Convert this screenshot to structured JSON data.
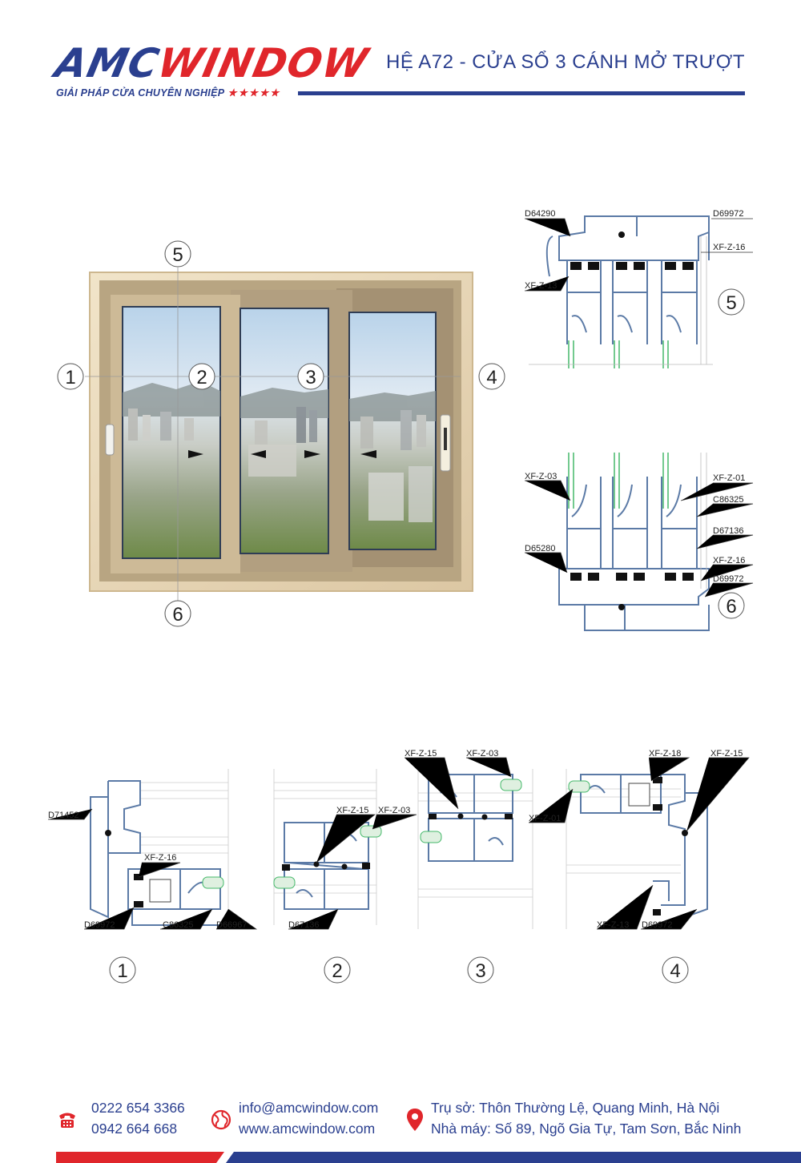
{
  "header": {
    "logo_left": "AMC",
    "logo_right": "WINDOW",
    "tagline": "GIẢI PHÁP CỬA CHUYÊN NGHIỆP",
    "tagline_stars": "★★★★★",
    "title": "HỆ A72 - CỬA SỔ 3 CÁNH MỞ TRƯỢT"
  },
  "window_view": {
    "markers": [
      "1",
      "2",
      "3",
      "4",
      "5",
      "6"
    ]
  },
  "section_top": {
    "marker": "5",
    "labels": [
      "D64290",
      "D69972",
      "XF-Z-16",
      "XF-Z-13"
    ]
  },
  "section_bottom": {
    "marker": "6",
    "labels": [
      "XF-Z-03",
      "XF-Z-01",
      "C86325",
      "D67136",
      "D65280",
      "XF-Z-16",
      "D69972"
    ]
  },
  "section_1": {
    "marker": "1",
    "labels": [
      "D71452",
      "XF-Z-16",
      "D69972",
      "C86325",
      "D66967"
    ]
  },
  "section_2": {
    "marker": "2",
    "labels": [
      "XF-Z-15",
      "XF-Z-03",
      "D67136"
    ]
  },
  "section_3": {
    "marker": "3",
    "labels": [
      "XF-Z-15",
      "XF-Z-03"
    ]
  },
  "section_4": {
    "marker": "4",
    "labels": [
      "XF-Z-18",
      "XF-Z-15",
      "XF-Z-01",
      "XF-Z-13",
      "D69972"
    ]
  },
  "footer": {
    "phone1": "0222 654 3366",
    "phone2": "0942 664 668",
    "email": "info@amcwindow.com",
    "website": "www.amcwindow.com",
    "address1": "Trụ sở: Thôn Thường Lệ, Quang Minh, Hà Nội",
    "address2": "Nhà máy: Số 89, Ngõ Gia Tự, Tam Sơn, Bắc Ninh"
  },
  "colors": {
    "brand_blue": "#2a3f8f",
    "brand_red": "#e0262b",
    "profile_blue": "#5b7aa6",
    "glass_green": "#45b86a",
    "frame_beige": "#e8d7b8"
  },
  "icons": [
    "phone-icon",
    "globe-icon",
    "location-pin-icon"
  ]
}
